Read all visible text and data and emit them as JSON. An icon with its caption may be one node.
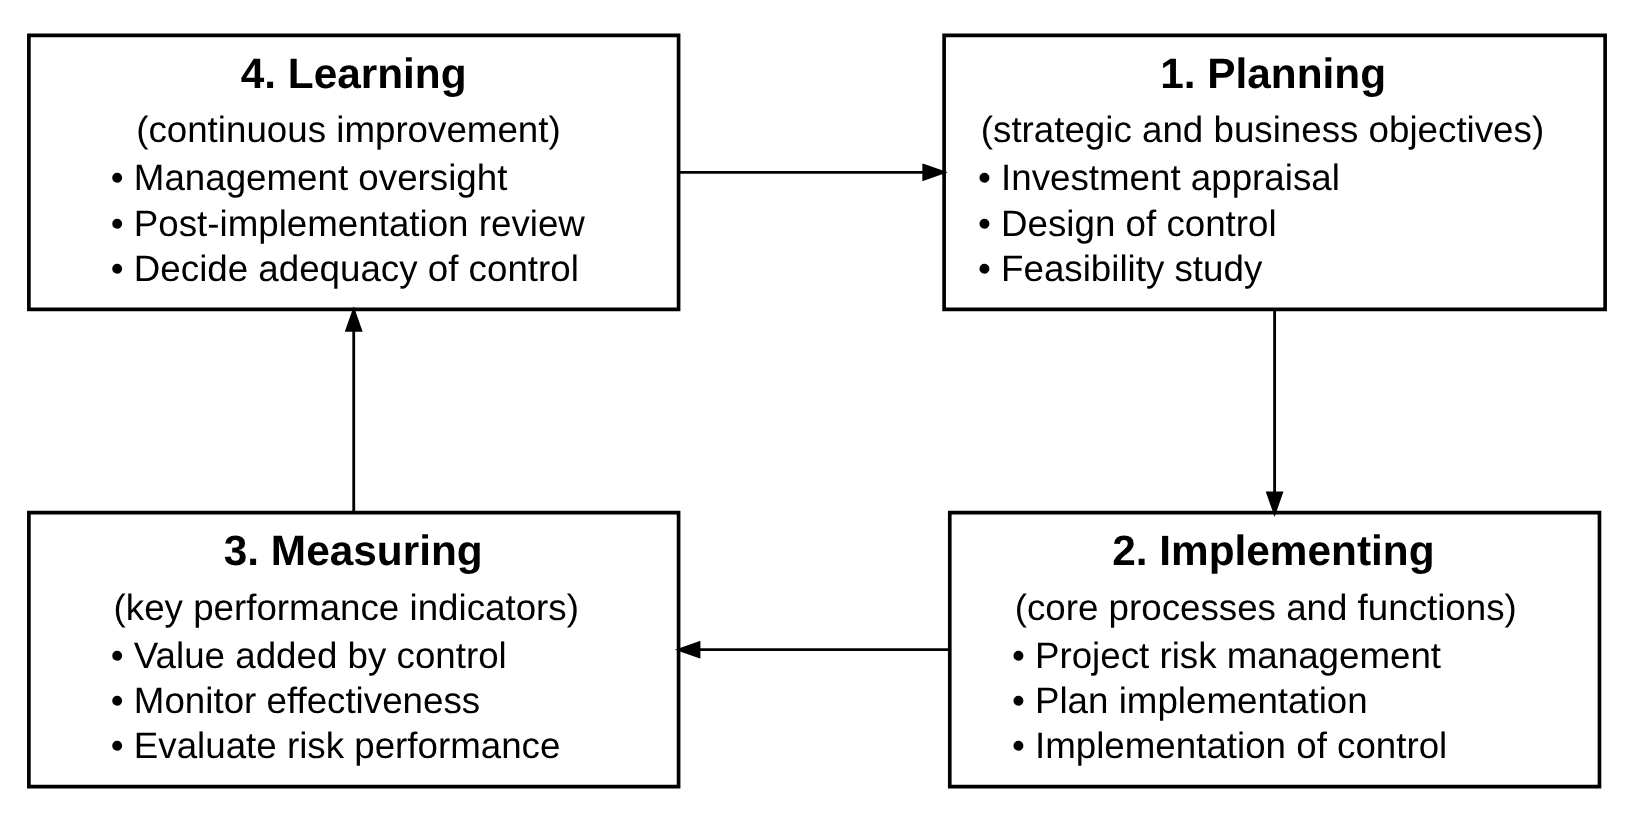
{
  "diagram": {
    "nodes": [
      {
        "text": [
          "4. Learning",
          "(continuous improvement)",
          "• Management oversight",
          "• Post-implementation review",
          "• Decide adequacy of control"
        ]
      },
      {
        "text": [
          "1. Planning",
          "(strategic and business objectives)",
          "• Investment appraisal",
          "• Design of control",
          "• Feasibility study"
        ]
      },
      {
        "text": [
          "3. Measuring",
          "(key performance indicators)",
          "• Value added by control",
          "• Monitor effectiveness",
          "• Evaluate risk performance"
        ]
      },
      {
        "text": [
          "2. Implementing",
          "(core processes and functions)",
          "• Project risk management",
          "• Plan implementation",
          "• Implementation of control"
        ]
      }
    ],
    "edges": [
      {
        "from": 0,
        "to": 1,
        "arrow": "to"
      },
      {
        "from": 1,
        "to": 3,
        "arrow": "to"
      },
      {
        "from": 3,
        "to": 2,
        "arrow": "to"
      },
      {
        "from": 2,
        "to": 0,
        "arrow": "to"
      }
    ]
  }
}
